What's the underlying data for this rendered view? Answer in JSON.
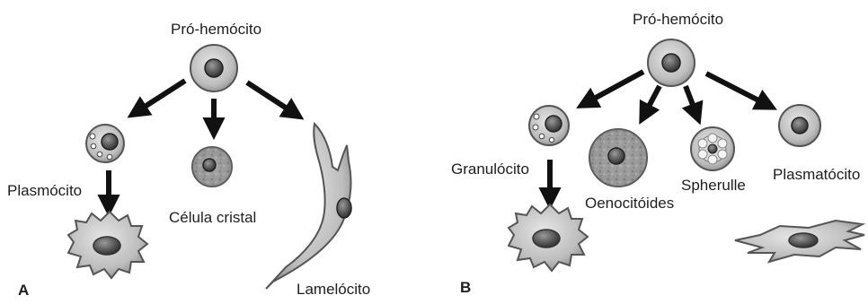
{
  "panel_a": {
    "panel_label": "A",
    "origin": "Pró-hemócito",
    "cells": {
      "plasmocyte": "Plasmócito",
      "crystal_cell": "Célula cristal",
      "lamellocyte": "Lamelócito"
    }
  },
  "panel_b": {
    "panel_label": "B",
    "origin": "Pró-hemócito",
    "cells": {
      "granulocyte": "Granulócito",
      "oenocytoid": "Oenocitóides",
      "spherule": "Spherulle",
      "plasmatocyte": "Plasmatócito"
    }
  },
  "colors": {
    "arrow": "#111111",
    "cell_fill": "#b4b4b4",
    "nucleus_fill": "#8a8a8a",
    "text": "#1e1e1e"
  }
}
